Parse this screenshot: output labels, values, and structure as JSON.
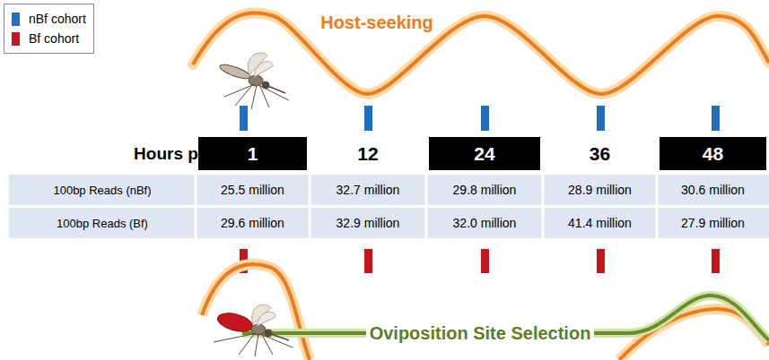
{
  "diagram": {
    "nodes": [
      {
        "text": [
          "1"
        ]
      },
      {
        "text": [
          "12"
        ]
      },
      {
        "text": [
          "24"
        ]
      },
      {
        "text": [
          "36"
        ]
      },
      {
        "text": [
          "48"
        ]
      }
    ],
    "labels": [
      "Host-seeking",
      "Hours pBf",
      "100bp Reads (nBf)",
      "25.5 million",
      "32.7 million",
      "29.8 million",
      "28.9 million",
      "30.6 million",
      "100bp Reads (Bf)",
      "29.6 million",
      "32.9 million",
      "32.0 million",
      "41.4 million",
      "27.9 million",
      "Oviposition Site Selection"
    ],
    "legend": [
      {
        "text": "nBf cohort",
        "color": "#1f6fc4"
      },
      {
        "text": "Bf cohort",
        "color": "#c4161c"
      }
    ]
  }
}
